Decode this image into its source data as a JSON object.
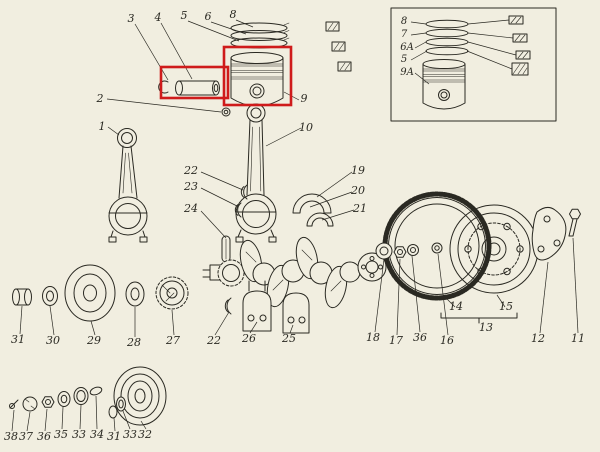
{
  "figure": {
    "colors": {
      "background": "#f1eee0",
      "line": "#2a2922",
      "highlight": "#cf1b1b"
    },
    "callouts": {
      "n3": "3",
      "n4": "4",
      "n5": "5",
      "n6": "6",
      "n8": "8",
      "n2": "2",
      "n1": "1",
      "n9": "9",
      "n10": "10",
      "n22a": "22",
      "n23": "23",
      "n24": "24",
      "n19": "19",
      "n20": "20",
      "n21": "21",
      "i8": "8",
      "i7": "7",
      "i6a": "6A",
      "i5": "5",
      "i9a": "9A",
      "n31a": "31",
      "n30": "30",
      "n29": "29",
      "n28": "28",
      "n27": "27",
      "n22b": "22",
      "n26": "26",
      "n25": "25",
      "n18": "18",
      "n17": "17",
      "n36a": "36",
      "n16": "16",
      "n14": "14",
      "n15": "15",
      "n13": "13",
      "n12": "12",
      "n11": "11",
      "n38": "38",
      "n37": "37",
      "n36b": "36",
      "n35": "35",
      "n33a": "33",
      "n34": "34",
      "n31b": "31",
      "n33b": "33",
      "n32": "32"
    }
  }
}
